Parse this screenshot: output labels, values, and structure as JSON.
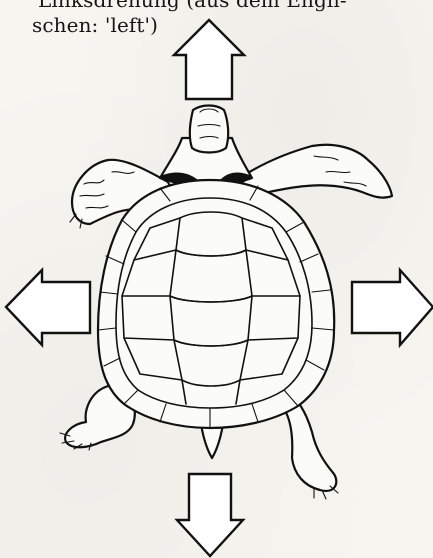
{
  "text": {
    "line1": "Linksdrehung (aus dem Engli-",
    "line2": "schen: 'left')"
  },
  "arrows": [
    {
      "direction": "up"
    },
    {
      "direction": "left"
    },
    {
      "direction": "right"
    },
    {
      "direction": "down"
    }
  ],
  "icons": {
    "turtle": "turtle-illustration",
    "arrow_up": "arrow-up-icon",
    "arrow_left": "arrow-left-icon",
    "arrow_right": "arrow-right-icon",
    "arrow_down": "arrow-down-icon"
  }
}
